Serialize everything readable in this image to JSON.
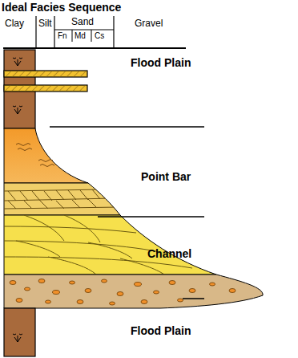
{
  "diagram": {
    "title": "Ideal Facies Sequence",
    "labels": [
      "Clay",
      "Silt",
      "Sand",
      "Fn",
      "Md",
      "Cs",
      "Gravel",
      "Flood Plain",
      "Point Bar",
      "Channel",
      "Flood Plain"
    ]
  }
}
